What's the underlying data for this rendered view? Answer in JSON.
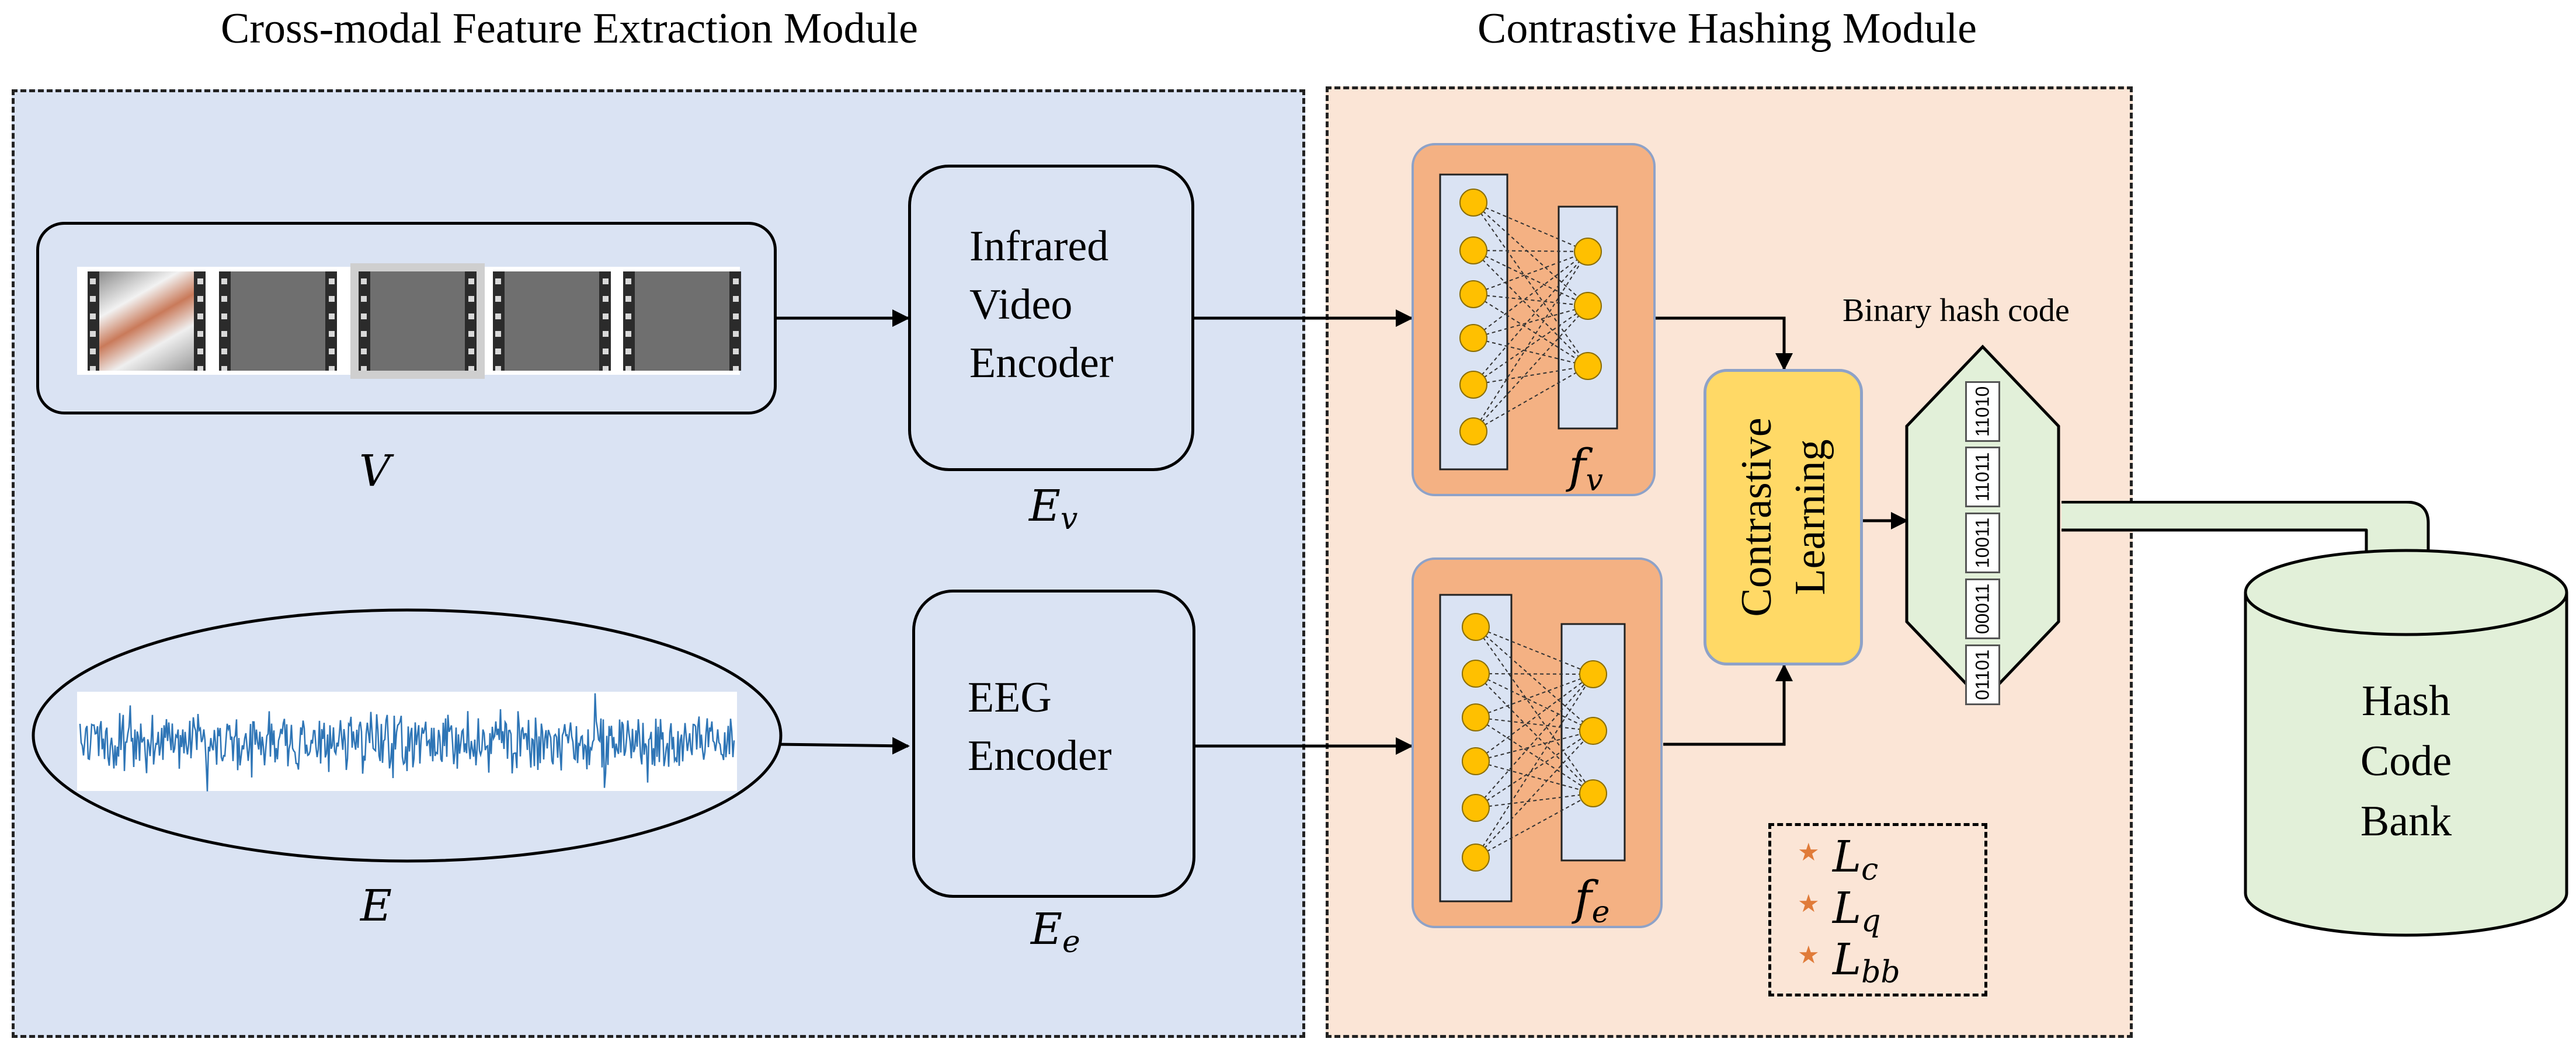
{
  "titles": {
    "left": "Cross-modal Feature Extraction Module",
    "right": "Contrastive Hashing Module"
  },
  "video_input": {
    "symbol": "V",
    "frames": 5
  },
  "eeg_input": {
    "symbol": "E"
  },
  "encoders": {
    "video": {
      "line1": "Infrared",
      "line2": "Video",
      "line3": "Encoder",
      "symbol": "E",
      "sub": "v"
    },
    "eeg": {
      "line1": "EEG",
      "line2": "Encoder",
      "symbol": "E",
      "sub": "e"
    }
  },
  "nets": {
    "video": {
      "symbol": "f",
      "sub": "v"
    },
    "eeg": {
      "symbol": "f",
      "sub": "e"
    }
  },
  "contrastive": {
    "line1": "Contrastive",
    "line2": "Learning"
  },
  "hash": {
    "title": "Binary hash code",
    "codes": [
      "11010",
      "11011",
      "10011",
      "00011",
      "01101"
    ]
  },
  "bank": {
    "line1": "Hash",
    "line2": "Code",
    "line3": "Bank"
  },
  "losses": [
    {
      "symbol": "L",
      "sub": "c"
    },
    {
      "symbol": "L",
      "sub": "q"
    },
    {
      "symbol": "L",
      "sub": "bb"
    }
  ],
  "colors": {
    "left_panel": "#dae3f3",
    "right_panel": "#fbe5d6",
    "net_panel": "#f4b183",
    "node": "#ffc000",
    "contrastive_box": "#ffd966",
    "hash_fill": "#e2f0d9",
    "eeg_signal": "#2e75b6"
  }
}
